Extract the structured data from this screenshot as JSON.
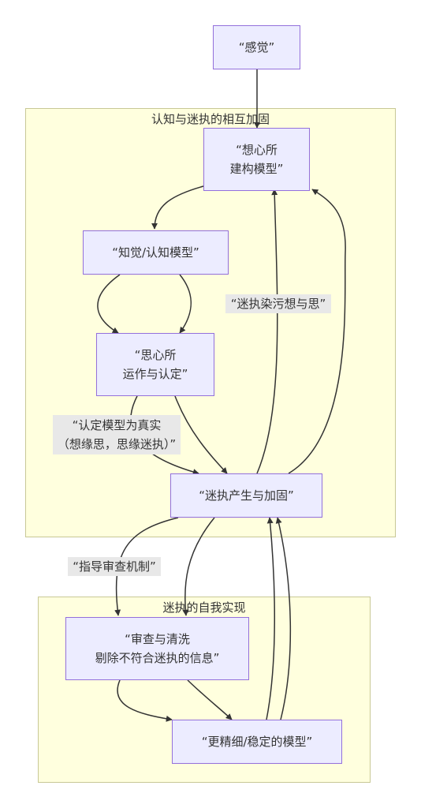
{
  "clusters": {
    "reinforce": {
      "title": "认知与迷执的相互加固"
    },
    "self_realization": {
      "title": "迷执的自我实现"
    }
  },
  "nodes": {
    "sensation": "“感觉”",
    "mind_model": "“想心所\n建构模型”",
    "perception_model": "“知觉/认知模型”",
    "thought_operation": "“思心所\n运作与认定”",
    "delusion_arise": "“迷执产生与加固”",
    "review_clean": "“审查与清洗\n剔除不符合迷执的信息”",
    "refined_model": "“更精细/稳定的模型”"
  },
  "edge_labels": {
    "taint": "“迷执染污想与思”",
    "recognize_real": "“认定模型为真实\n（想缘思，思缘迷执）”",
    "guide_review": "“指导审查机制”"
  },
  "colors": {
    "node_fill": "#ececff",
    "node_border": "#9370db",
    "cluster_fill": "#ffffde",
    "cluster_border": "#c8c896",
    "edge": "#333333",
    "edge_label_bg": "#e8e8e8"
  }
}
